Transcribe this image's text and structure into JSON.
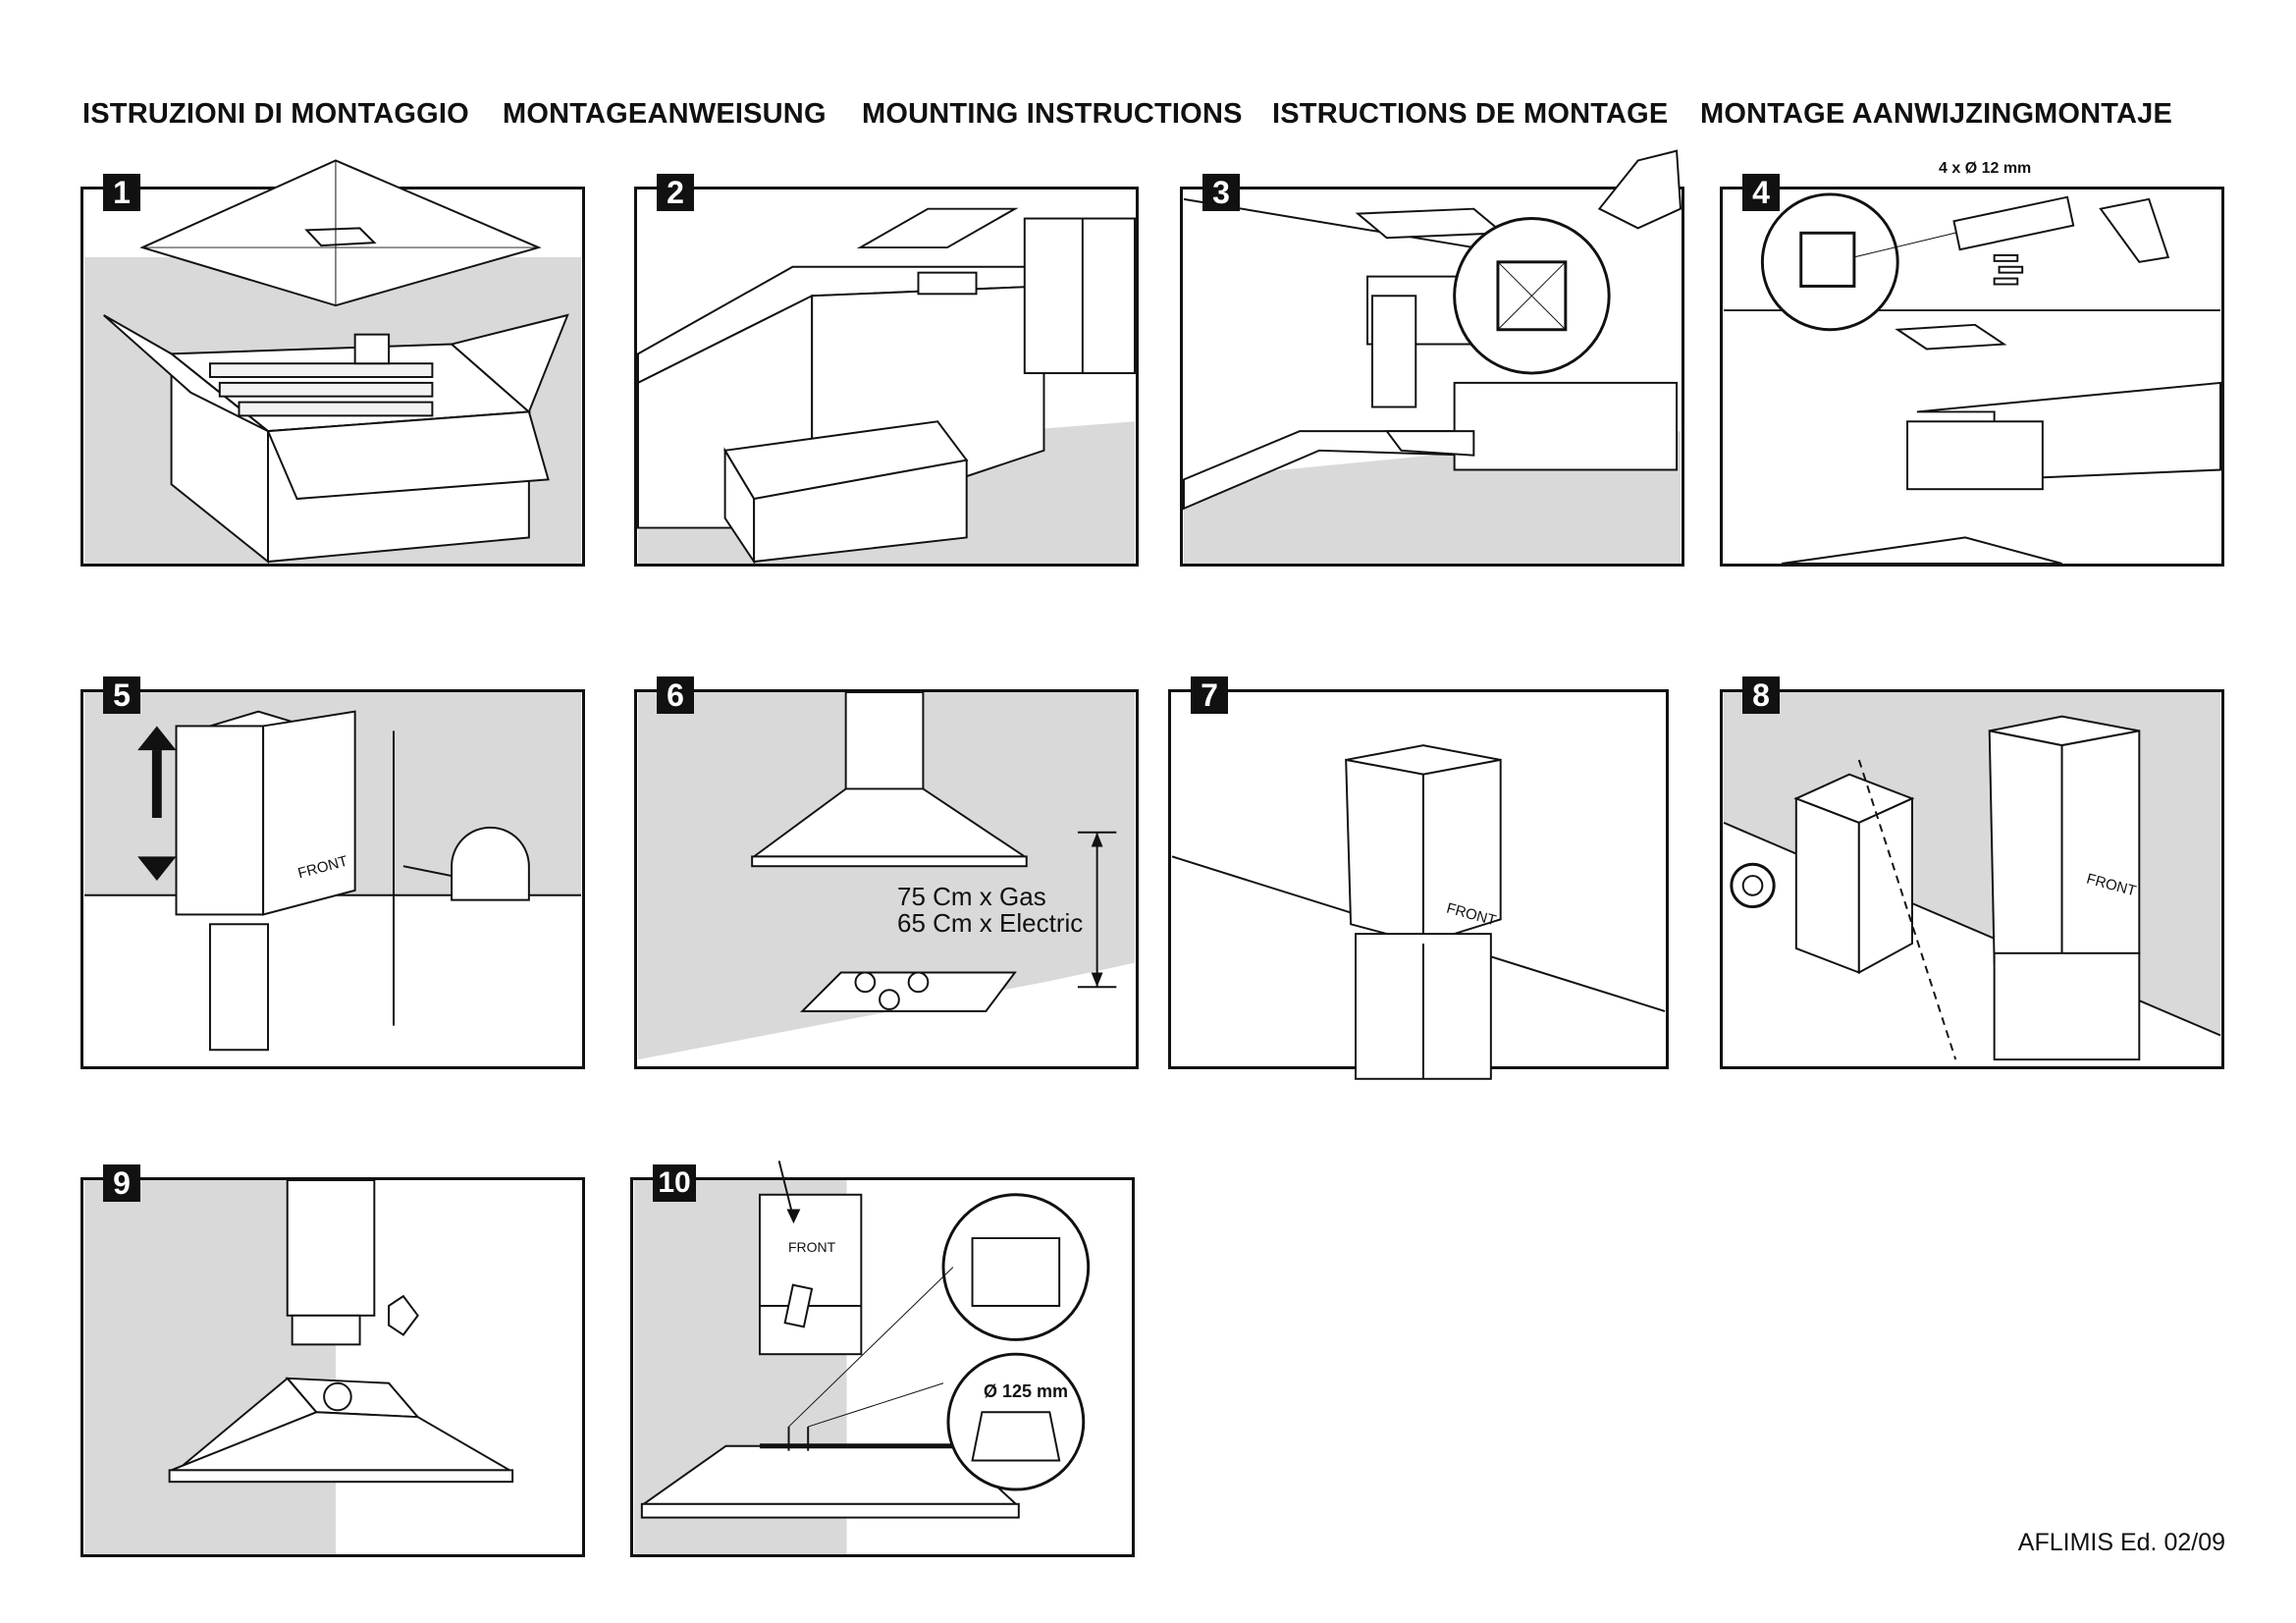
{
  "header": {
    "titles": [
      "ISTRUZIONI DI MONTAGGIO",
      "MONTAGEANWEISUNG",
      "MOUNTING INSTRUCTIONS",
      "ISTRUCTIONS DE MONTAGE",
      "MONTAGE AANWIJZING",
      "MONTAJE"
    ]
  },
  "steps": [
    {
      "number": "1"
    },
    {
      "number": "2"
    },
    {
      "number": "3"
    },
    {
      "number": "4",
      "drill_label": "4 x Ø 12 mm"
    },
    {
      "number": "5",
      "chimney_label": "FRONT"
    },
    {
      "number": "6",
      "height_gas": "75 Cm x Gas",
      "height_electric": "65 Cm x Electric"
    },
    {
      "number": "7",
      "chimney_label": "FRONT"
    },
    {
      "number": "8",
      "chimney_label": "FRONT"
    },
    {
      "number": "9"
    },
    {
      "number": "10",
      "front_label": "FRONT",
      "duct_label": "Ø 125 mm"
    }
  ],
  "footer": {
    "edition": "AFLIMIS Ed. 02/09"
  },
  "colors": {
    "ink": "#111111",
    "shade": "#d9d9d9",
    "paper": "#ffffff"
  }
}
